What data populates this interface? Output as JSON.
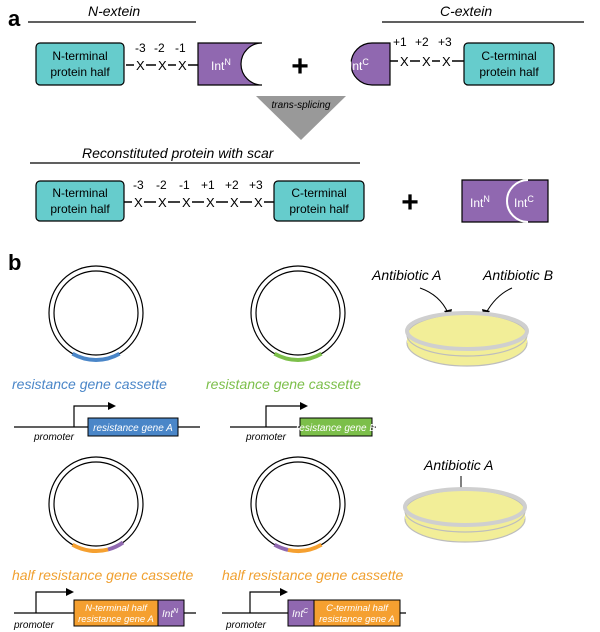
{
  "panel_a": {
    "label": "a",
    "n_extein_title": "N-extein",
    "c_extein_title": "C-extein",
    "n_terminal_line1": "N-terminal",
    "n_terminal_line2": "protein half",
    "c_terminal_line1": "C-terminal",
    "c_terminal_line2": "protein half",
    "residues_minus": [
      "-3",
      "-2",
      "-1"
    ],
    "residues_plus": [
      "+1",
      "+2",
      "+3"
    ],
    "x_char": "X",
    "int_base": "Int",
    "int_n_sup": "N",
    "int_c_sup": "C",
    "plus_sign": "+",
    "arrow_label": "trans-splicing",
    "reconstituted_title": "Reconstituted protein with scar"
  },
  "panel_b": {
    "label": "b",
    "cassette_label": "resistance gene cassette",
    "half_cassette_label": "half resistance gene cassette",
    "promoter_label": "promoter",
    "gene_a_label": "resistance gene A",
    "gene_b_label": "resistance gene B",
    "n_half_line1": "N-terminal half",
    "n_half_line2": "resistance gene A",
    "c_half_line1": "C-terminal half",
    "c_half_line2": "resistance gene A",
    "antibiotic_a": "Antibiotic A",
    "antibiotic_b": "Antibiotic B"
  },
  "colors": {
    "teal": "#66cccc",
    "purple": "#9068b0",
    "blue": "#4a86c8",
    "green": "#7cbf4a",
    "orange": "#f5a030",
    "half_label": "#f0a030",
    "dish_fill": "#f2ee98",
    "dish_rim": "#cfcfcf",
    "arrow_grey": "#999999"
  }
}
